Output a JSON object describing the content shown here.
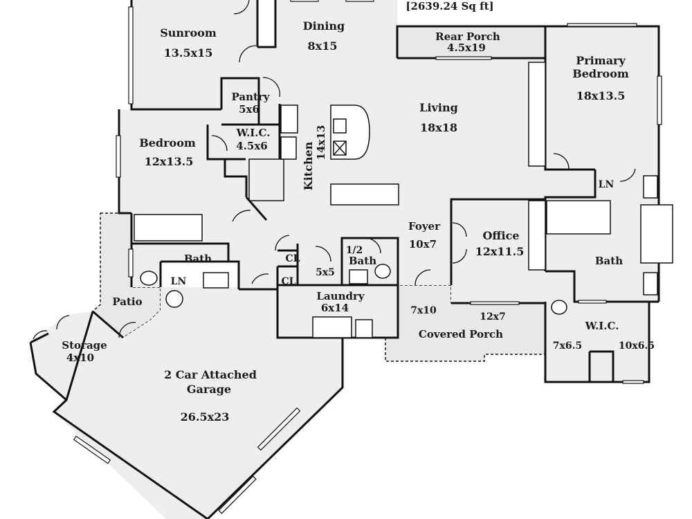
{
  "total_area": "[2639.24 Sq ft]",
  "rooms": [
    {
      "name": "Sunroom",
      "size": "13.5x15"
    },
    {
      "name": "Dining",
      "size": "8x15"
    },
    {
      "name": "Rear Porch",
      "size": "4.5x19"
    },
    {
      "name": "Primary Bedroom",
      "name_line1": "Primary",
      "name_line2": "Bedroom",
      "size": "18x13.5"
    },
    {
      "name": "Pantry",
      "size": "5x6"
    },
    {
      "name": "W.I.C.",
      "size": "4.5x6"
    },
    {
      "name": "Kitchen",
      "size": "14x13"
    },
    {
      "name": "Living",
      "size": "18x18"
    },
    {
      "name": "Bedroom",
      "size": "12x13.5"
    },
    {
      "name": "LN"
    },
    {
      "name": "Foyer",
      "size": "10x7"
    },
    {
      "name": "Office",
      "size": "12x11.5"
    },
    {
      "name": "1/2 Bath",
      "name_line1": "1/2",
      "name_line2": "Bath"
    },
    {
      "name": "Bath"
    },
    {
      "name": "CL"
    },
    {
      "name": "CL"
    },
    {
      "name": "LN"
    },
    {
      "name": "Bath"
    },
    {
      "name": "Patio"
    },
    {
      "name": "Laundry",
      "size": "6x14"
    },
    {
      "name": "Storage",
      "size": "4x10"
    },
    {
      "name": "Covered Porch"
    },
    {
      "name": "W.I.C."
    },
    {
      "name": "2 Car Attached Garage",
      "name_line1": "2 Car Attached",
      "name_line2": "Garage",
      "size": "26.5x23"
    }
  ],
  "dimensions": [
    "5x5",
    "7x10",
    "12x7",
    "7x6.5",
    "10x6.5"
  ]
}
